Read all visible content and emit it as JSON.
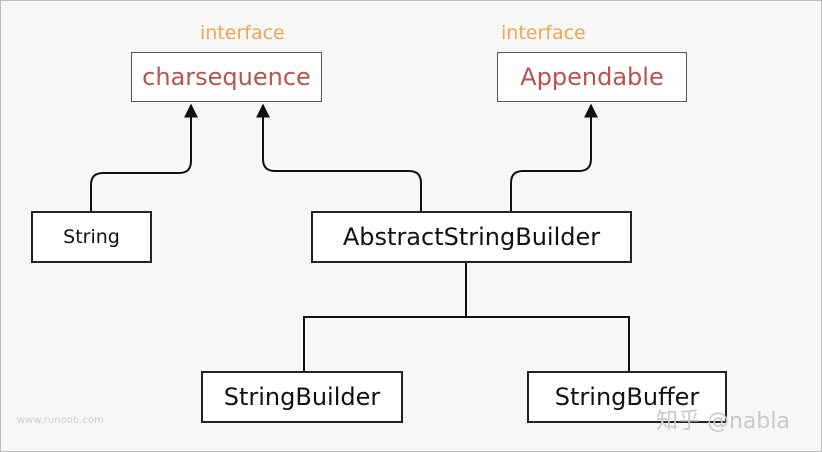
{
  "stereotypes": {
    "charsequence": "interface",
    "appendable": "interface"
  },
  "nodes": {
    "charsequence": "charsequence",
    "appendable": "Appendable",
    "string": "String",
    "abstract_string_builder": "AbstractStringBuilder",
    "string_builder": "StringBuilder",
    "string_buffer": "StringBuffer"
  },
  "watermarks": {
    "left": "www.runoob.com",
    "right": "知乎 @nabla"
  },
  "colors": {
    "interface_text": "#b85450",
    "stereotype_text": "#f0a550",
    "background": "#f7f7f7",
    "line": "#111111"
  }
}
